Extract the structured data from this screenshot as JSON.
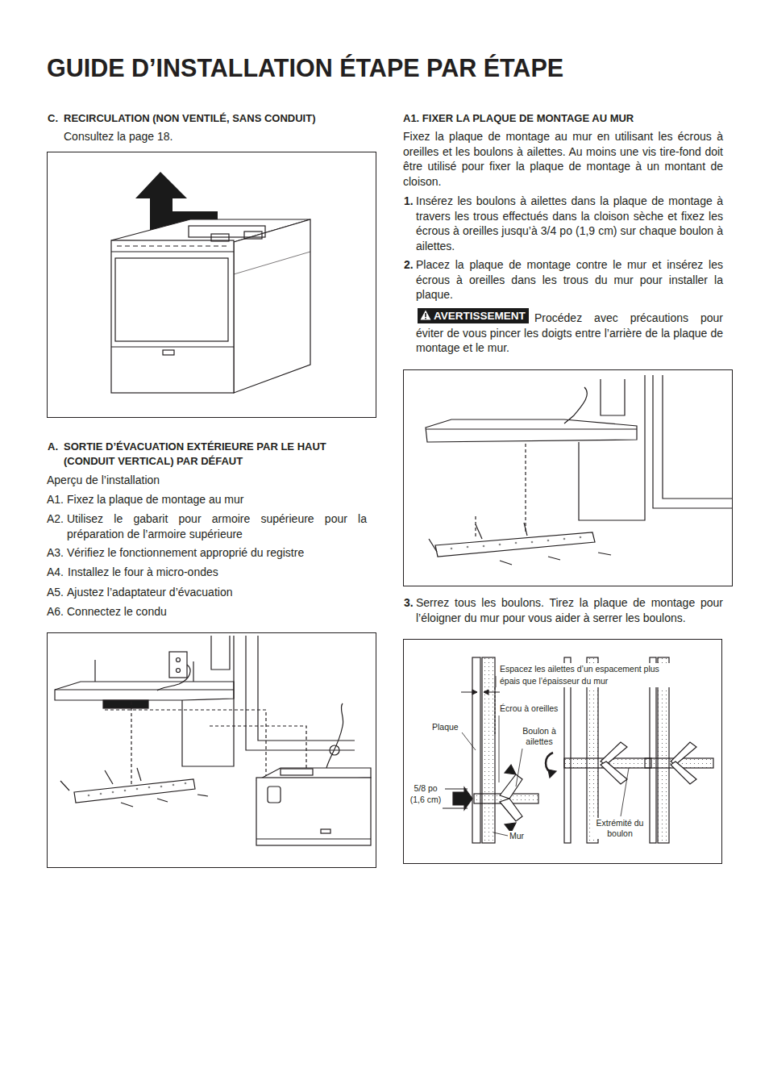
{
  "diagram": {
    "title": "GUIDE D’INSTALLATION ÉTAPE PAR ÉTAPE",
    "nodes": [
      {
        "text": [
          "AVERTISSEMENT"
        ]
      }
    ],
    "labels": [
      "C.",
      "RECIRCULATION (NON VENTILÉ, SANS CONDUIT)",
      "Consultez la page 18.",
      "A.",
      "SORTIE D’ÉVACUATION EXTÉRIEURE PAR LE HAUT (CONDUIT VERTICAL) PAR DÉFAUT",
      "Aperçu de l’installation",
      "A1.",
      "Fixez la plaque de montage au mur",
      "A2.",
      "Utilisez le gabarit pour armoire supérieure pour la préparation de l’armoire supérieure",
      "A3.",
      "Vérifiez le fonctionnement approprié du registre",
      "A4.",
      "Installez le four à micro-ondes",
      "A5.",
      "Ajustez l’adaptateur d’évacuation",
      "A6.",
      "Connectez le condu",
      "A1. FIXER LA PLAQUE DE MONTAGE AU MUR",
      "Fixez la plaque de montage au mur en utilisant les écrous à oreilles et les boulons à ailettes. Au moins une vis tire-fond doit être utilisé pour fixer la plaque de montage à un montant de cloison.",
      "1.",
      "Insérez les boulons à ailettes dans la plaque de montage à travers les trous effectués dans la cloison sèche et fixez les écrous à oreilles jusqu’à 3/4 po (1,9 cm) sur chaque boulon à ailettes.",
      "2.",
      "Placez la plaque de montage contre le mur et insérez les écrous à oreilles dans les trous du mur pour installer la plaque.",
      "Procédez avec précautions pour éviter de vous pincer les doigts entre l’arrière de la plaque de montage et le mur.",
      "3.",
      "Serrez tous les boulons. Tirez la plaque de montage pour l’éloigner du mur pour vous aider à serrer les boulons.",
      "Espacez les ailettes d’un espacement plus épais que l’épaisseur du mur",
      "Écrou à oreilles",
      "Plaque",
      "Boulon à ailettes",
      "5/8 po (1,6 cm)",
      "Mur",
      "Extrémité du boulon"
    ]
  }
}
